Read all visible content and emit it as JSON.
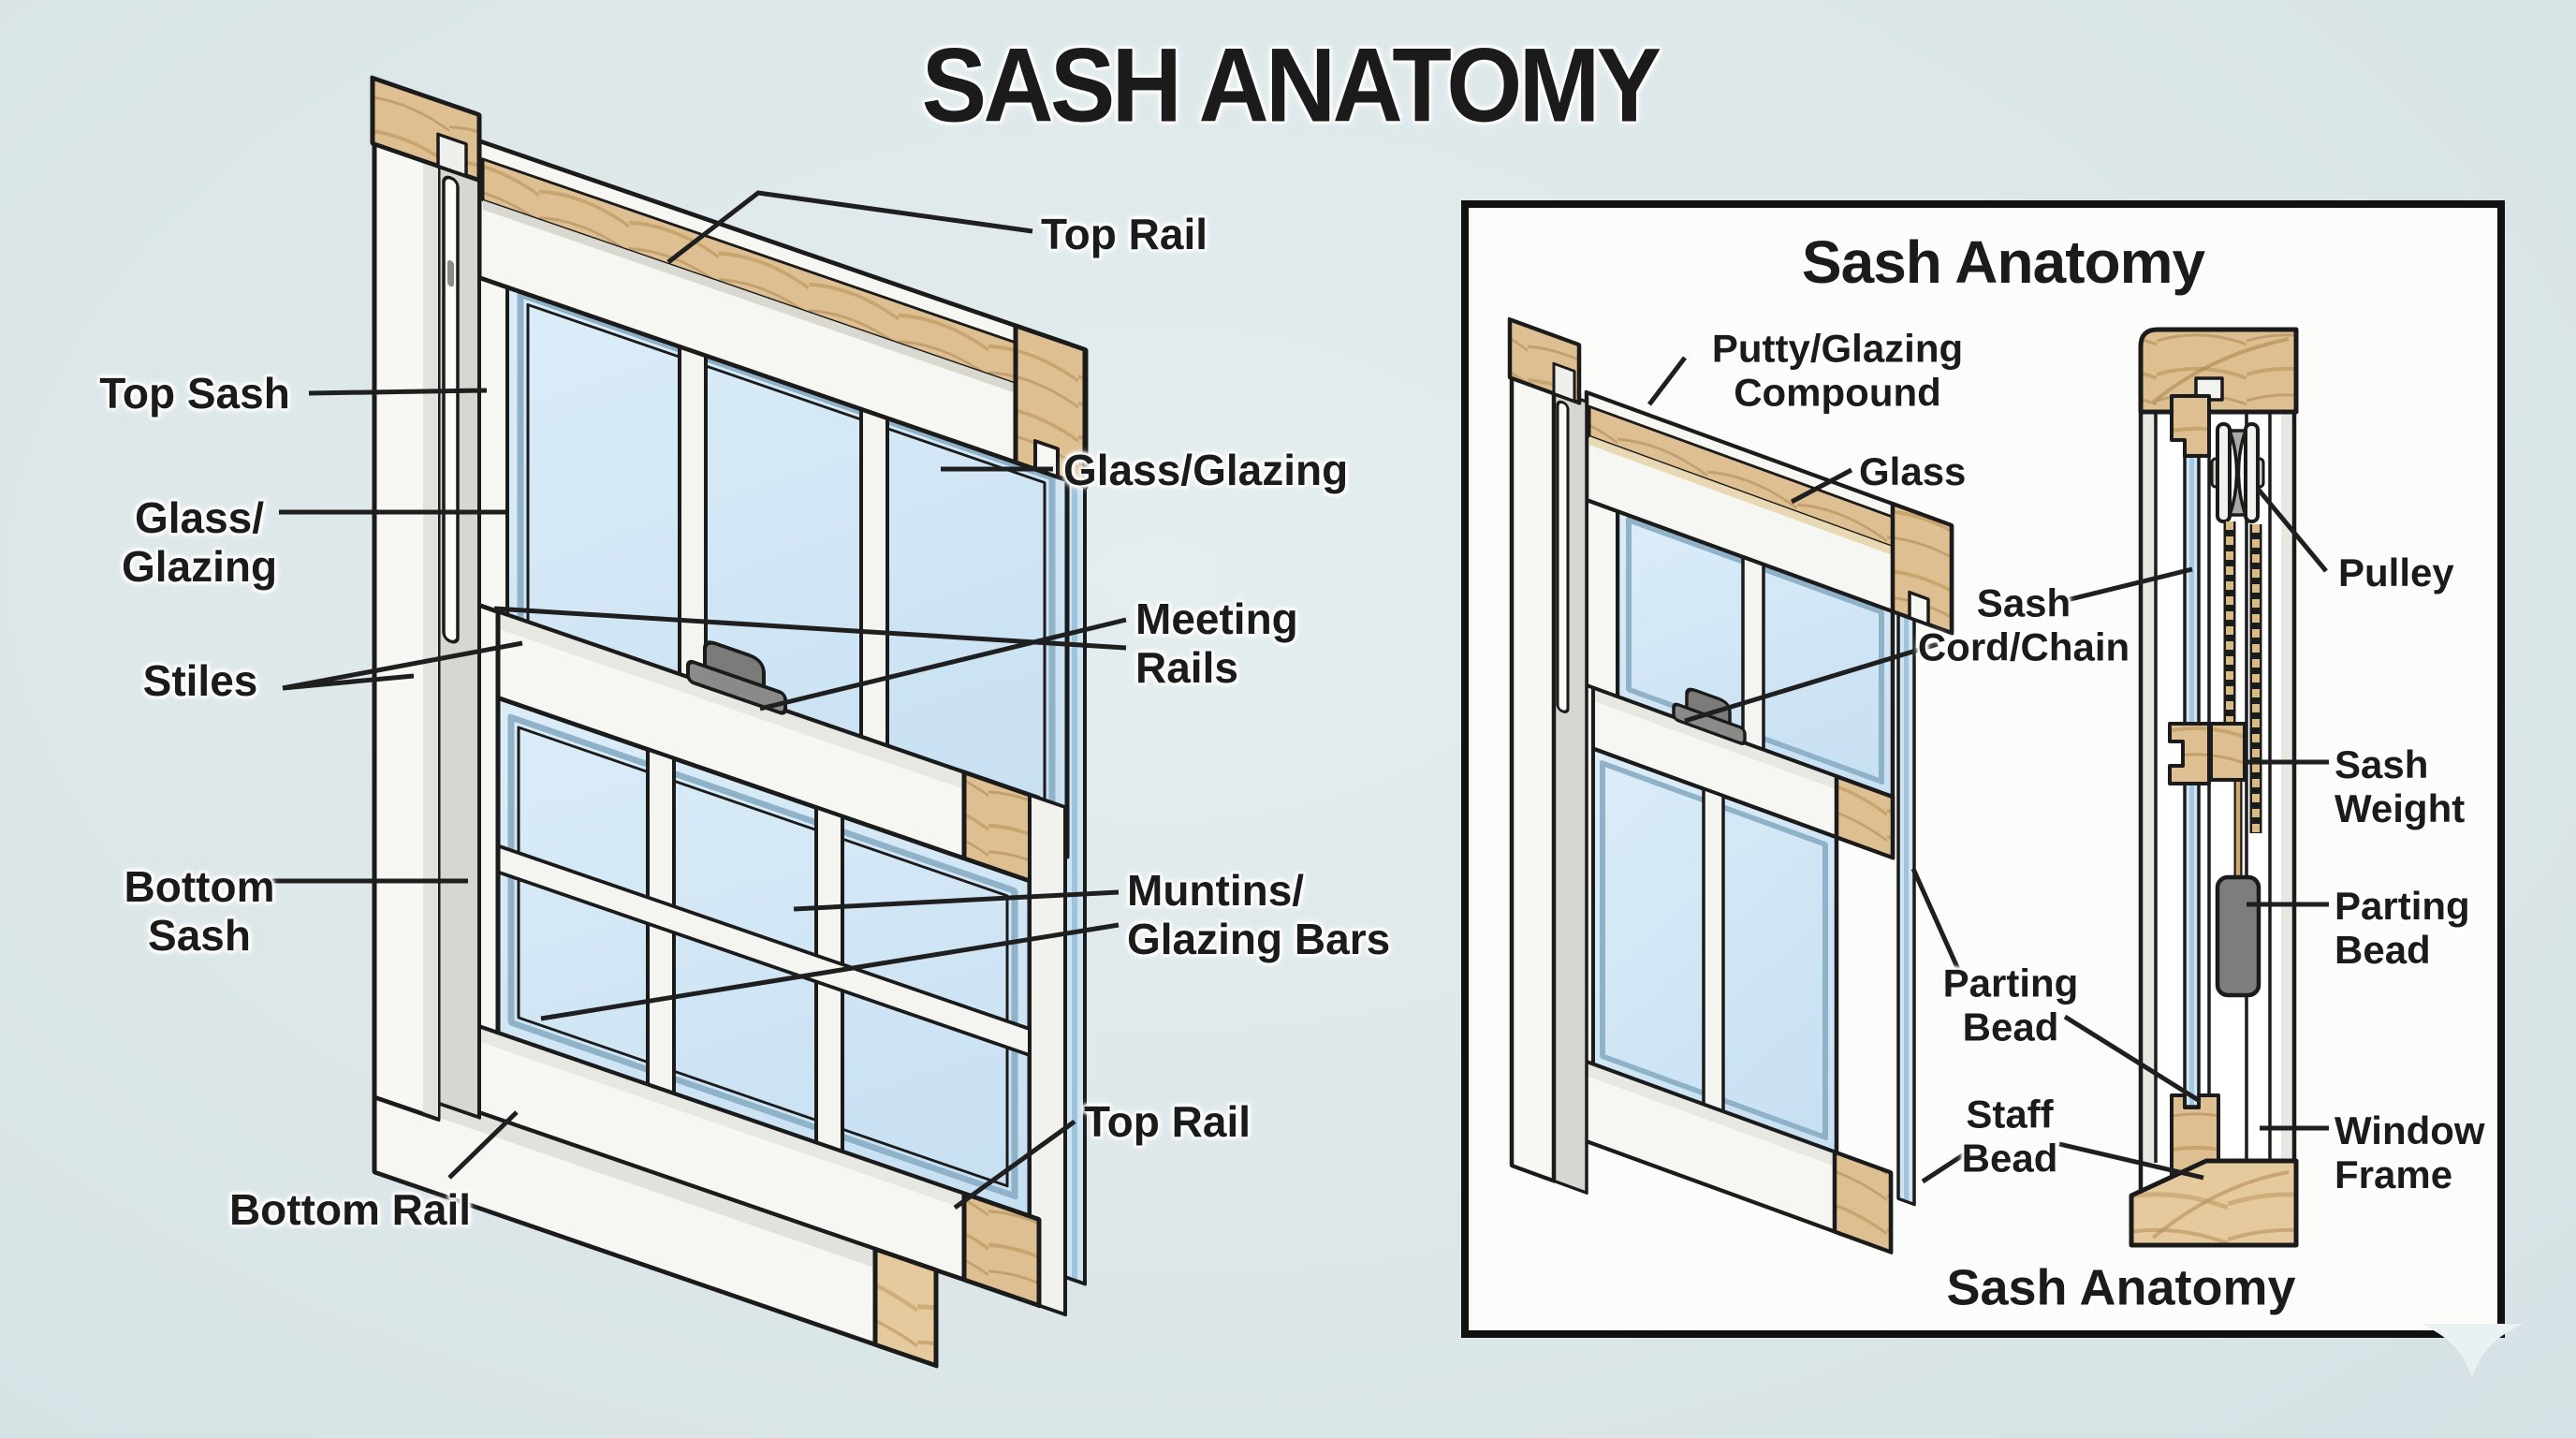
{
  "title": "SASH ANATOMY",
  "colors": {
    "background": "#dde7e9",
    "outline": "#1b1b1b",
    "glass": "#cfe4f2",
    "wood": "#debf92",
    "wood_grain": "#c09a62",
    "frame_white": "#f7f7f3",
    "frame_shade": "#e7e7e2",
    "hardware_gray": "#7b7b7b",
    "weight_gray": "#7d7d7d",
    "inset_bg": "#fcfcfa"
  },
  "main_diagram": {
    "labels": {
      "top_sash": "Top Sash",
      "glass_glazing_left": "Glass/\nGlazing",
      "stiles": "Stiles",
      "bottom_sash": "Bottom\nSash",
      "bottom_rail": "Bottom Rail",
      "top_rail_upper": "Top Rail",
      "glass_glazing_right": "Glass/Glazing",
      "meeting_rails": "Meeting\nRails",
      "muntins": "Muntins/\nGlazing Bars",
      "top_rail_lower": "Top Rail"
    }
  },
  "inset": {
    "title": "Sash Anatomy",
    "labels": {
      "putty": "Putty/Glazing\nCompound",
      "glass": "Glass",
      "sash_cord": "Sash\nCord/Chain",
      "pulley": "Pulley",
      "sash_weight": "Sash\nWeight",
      "parting_bead_right": "Parting\nBead",
      "window_frame": "Window\nFrame",
      "parting_bead_left": "Parting\nBead",
      "staff_bead": "Staff\nBead"
    },
    "caption": "Sash Anatomy"
  }
}
